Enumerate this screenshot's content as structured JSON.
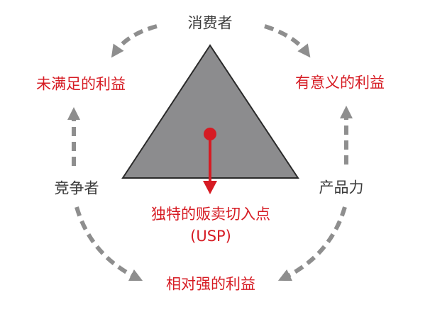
{
  "diagram": {
    "nodes": {
      "top": "消费者",
      "left": "竞争者",
      "right": "产品力"
    },
    "benefits": {
      "top_left": "未满足的利益",
      "top_right": "有意义的利益",
      "bottom": "相对强的利益"
    },
    "center": {
      "title": "独特的贩卖切入点",
      "subtitle": "(USP)"
    },
    "colors": {
      "accent_red": "#d61b23",
      "triangle_fill": "#8c8c8e",
      "arrow_gray": "#8e8e8e",
      "node_text": "#3b3b3b"
    },
    "icons": {
      "cycle_arrows": "dashed-curved-arrow",
      "usp_pointer": "red-dot-down-arrow"
    }
  }
}
